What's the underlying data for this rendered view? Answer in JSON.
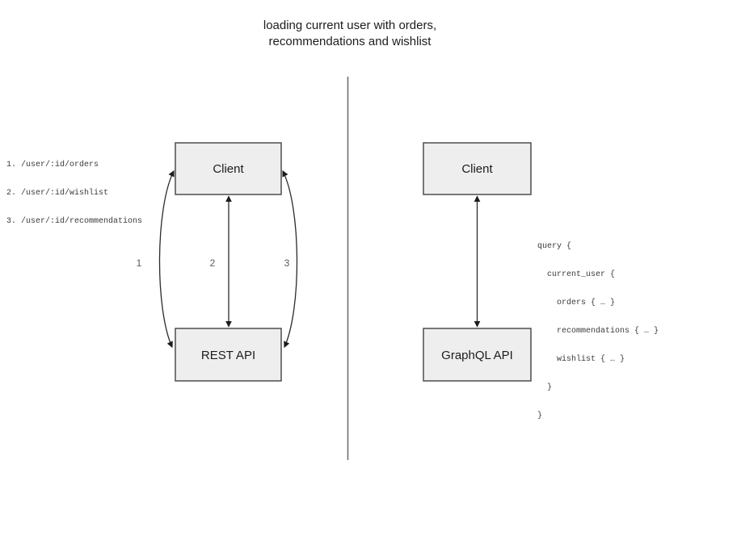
{
  "title": {
    "line1": "loading current user with orders,",
    "line2": "recommendations and wishlist"
  },
  "colors": {
    "box_fill": "#eeeeee",
    "box_border": "#4d4d4d",
    "text": "#1c1c1c",
    "edge": "#2b2b2b",
    "edge_label": "#5a5a5a",
    "divider": "#6e6e6e",
    "mono_text": "#3a3a3a"
  },
  "left_panel": {
    "endpoints": [
      "1. /user/:id/orders",
      "2. /user/:id/wishlist",
      "3. /user/:id/recommendations"
    ],
    "client_label": "Client",
    "api_label": "REST API",
    "arrow_labels": [
      "1",
      "2",
      "3"
    ]
  },
  "right_panel": {
    "client_label": "Client",
    "api_label": "GraphQL API",
    "query_lines": [
      "query {",
      "  current_user {",
      "    orders { … }",
      "    recommendations { … }",
      "    wishlist { … }",
      "  }",
      "}"
    ]
  }
}
